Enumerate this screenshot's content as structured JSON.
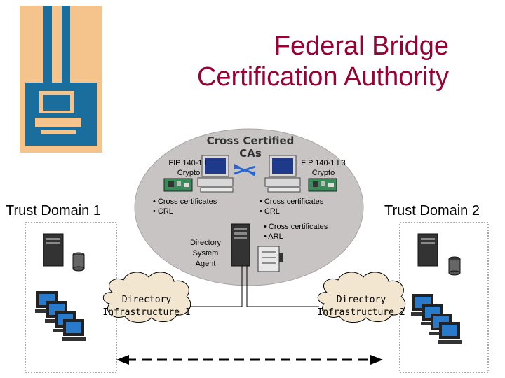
{
  "title": {
    "line1": "Federal Bridge",
    "line2": "Certification Authority"
  },
  "center": {
    "cross_certified": {
      "line1": "Cross Certified",
      "line2": "CAs"
    },
    "left_ca": {
      "line1": "FIP 140-1 L",
      "line2": "Crypto"
    },
    "right_ca": {
      "line1": "FIP 140-1 L3",
      "line2": "Crypto"
    },
    "left_bullets": [
      "• Cross certificates",
      "• CRL"
    ],
    "right_bullets": [
      "• Cross certificates",
      "• CRL"
    ],
    "dsa_label": [
      "Directory",
      "System",
      "Agent"
    ],
    "directory_bullets": [
      "• Cross certificates",
      "• ARL"
    ]
  },
  "domains": {
    "left": "Trust Domain 1",
    "right": "Trust Domain 2"
  },
  "clouds": {
    "left": [
      "Directory",
      "Infrastructure 1"
    ],
    "right": [
      "Directory",
      "Infrastructure 2"
    ]
  },
  "colors": {
    "title": "#990033",
    "ellipse": "#c8c4c4",
    "logo_bg": "#f4c48c",
    "logo_fg": "#1a6e9e",
    "cloud_fill": "#f2e6d0"
  },
  "icons": {
    "logo": "bridge-ca-logo-icon",
    "computer": "desktop-computer-icon",
    "server": "server-tower-icon",
    "database": "database-icon",
    "card": "crypto-card-icon",
    "network": "network-link-icon",
    "address_book": "address-book-icon"
  }
}
